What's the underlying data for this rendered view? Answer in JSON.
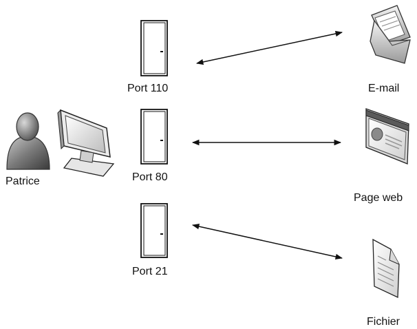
{
  "user": {
    "name": "Patrice",
    "icon": "person-icon"
  },
  "computer": {
    "icon": "monitor-icon"
  },
  "ports": [
    {
      "label": "Port 110",
      "icon": "door-icon"
    },
    {
      "label": "Port 80",
      "icon": "door-icon"
    },
    {
      "label": "Port 21",
      "icon": "door-icon"
    }
  ],
  "services": [
    {
      "label": "E-mail",
      "icon": "envelope-icon"
    },
    {
      "label": "Page web",
      "icon": "web-page-icon"
    },
    {
      "label": "Fichier",
      "icon": "file-icon"
    }
  ],
  "colors": {
    "line": "#111111",
    "icon_fill": "#f2f2f2",
    "icon_stroke": "#222222"
  }
}
